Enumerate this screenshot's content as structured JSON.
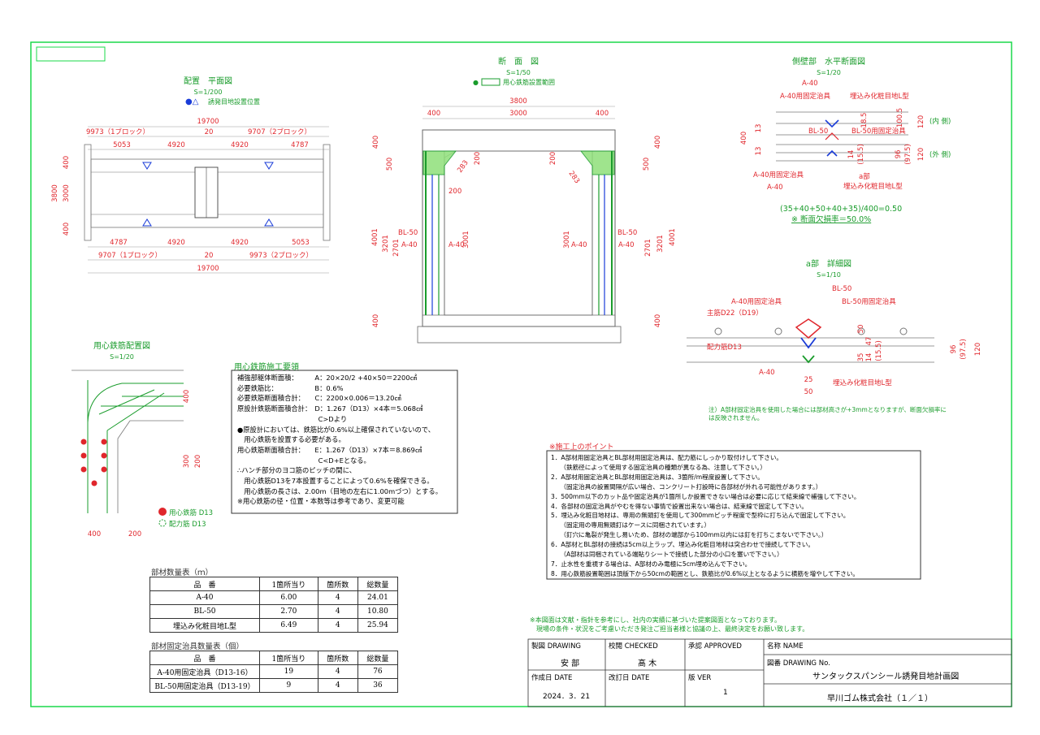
{
  "plan_view": {
    "title": "配置　平面図",
    "scale": "S=1/200",
    "legend": "誘発目地設置位置",
    "top_total": "19700",
    "top_blocks": [
      "9973（1ブロック）",
      "20",
      "9707（2ブロック）"
    ],
    "top_segments": [
      "5053",
      "4920",
      "4920",
      "4787"
    ],
    "left_dims": [
      "400",
      "3000",
      "400"
    ],
    "left_total": "3800",
    "bottom_segments": [
      "4787",
      "4920",
      "4920",
      "5053"
    ],
    "bottom_blocks": [
      "9707（1ブロック）",
      "20",
      "9973（2ブロック）"
    ],
    "bottom_total": "19700"
  },
  "section_view": {
    "title": "断　面　図",
    "scale": "S=1/50",
    "legend": "用心鉄筋設置範囲",
    "top_total": "3800",
    "top_dims": [
      "400",
      "3000",
      "400"
    ],
    "left_dims": [
      "400",
      "500",
      "4001",
      "3201",
      "2701",
      "400"
    ],
    "right_dims": [
      "500",
      "400",
      "4001",
      "3201",
      "2701",
      "400"
    ],
    "haunch_dims": [
      "200",
      "283",
      "200",
      "200",
      "283"
    ],
    "inner_heights": [
      "3001",
      "3001"
    ],
    "labels_bl": "BL-50",
    "labels_a": "A-40"
  },
  "sidewall_view": {
    "title": "側壁部　水平断面図",
    "scale": "S=1/20",
    "labels": [
      "A-40",
      "A-40用固定治具",
      "埋込み化粧目地L型",
      "BL-50",
      "BL-50用固定治具",
      "A-40用固定治具",
      "a部",
      "埋込み化粧目地L型",
      "A-40"
    ],
    "dims": [
      "400",
      "13",
      "13",
      "18.5",
      "14",
      "(15.5)",
      "100.5",
      "96",
      "(97.5)",
      "120",
      "120"
    ],
    "side_inner": "(内 側)",
    "side_outer": "(外 側)",
    "formula": "(35+40+50+40+35)/400=0.50",
    "ratio": "※ 断面欠損率＝50.0%"
  },
  "detail_view": {
    "title": "a部　詳細図",
    "scale": "S=1/10",
    "labels": [
      "A-40用固定治具",
      "主筋D22（D19）",
      "BL-50",
      "BL-50用固定治具",
      "配力筋D13",
      "A-40",
      "埋込み化粧目地L型"
    ],
    "dims": [
      "50",
      "35",
      "47",
      "14",
      "(15.5)",
      "25",
      "50",
      "96",
      "(97.5)",
      "120"
    ],
    "note": "注）A部材固定治具を使用した場合には部材高さが+3mmとなりますが、断面欠損率には反映されません。"
  },
  "rebar_layout": {
    "title": "用心鉄筋配置図",
    "scale": "S=1/20",
    "dims": [
      "400",
      "300",
      "200",
      "400",
      "200"
    ],
    "legend_red": "用心鉄筋 D13",
    "legend_green": "配力筋 D13"
  },
  "calc": {
    "title": "用心鉄筋施工要領",
    "lines": [
      "補強部躯体断面積：　　　A：20×20/2 +40×50＝2200㎠",
      "必要鉄筋比：　　　　　　B：0.6%",
      "必要鉄筋断面積合計：　　C：2200×0.006＝13.20㎠",
      "原設計鉄筋断面積合計：　D：1.267（D13）×4本＝5.068㎠",
      "　　　　　　　　　　　　C>Dより",
      "●原設計においては、鉄筋比が0.6%以上確保されていないので、",
      "　用心鉄筋を設置する必要がある。",
      "用心鉄筋断面積合計：　　E：1.267（D13）×7本＝8.869㎠",
      "　　　　　　　　　　　　C<D+Eとなる。",
      "∴ハンチ部分のヨコ筋のピッチの間に、",
      "　用心鉄筋D13を7本設置することによって0.6%を確保できる。",
      "　用心鉄筋の長さは、2.00m（目地の左右に1.00mづつ）とする。",
      "※用心鉄筋の径・位置・本数等は参考であり、変更可能"
    ]
  },
  "points": {
    "title": "※施工上のポイント",
    "lines": [
      "1．A部材用固定治具とBL部材用固定治具は、配力筋にしっかり取付けして下さい。",
      "　　（鉄筋径によって使用する固定治具の種類が異なる為、注意して下さい。）",
      "2．A部材用固定治具とBL部材用固定治具は、3箇所/m程度設置して下さい。",
      "　　（固定治具の設置間隔が広い場合、コンクリート打設時に各部材が外れる可能性があります。）",
      "3．500mm以下のカット品や固定治具が1箇所しか設置できない場合は必要に応じて結束線で補強して下さい。",
      "4．各部材の固定治具がやむを得ない事情で設置出来ない場合は、結束線で固定して下さい。",
      "5．埋込み化粧目地材は、専用の無頭釘を使用して300mmピッチ程度で型枠に打ち込んで固定して下さい。",
      "　　（固定用の専用無頭釘はケースに同梱されています。）",
      "　　（釘穴に亀裂が発生し易いため、部材の端部から100mm以内には釘を打ちこまないで下さい。）",
      "6．A部材とBL部材の接続は5cm以上ラップ、埋込み化粧目地材は突合わせで接続して下さい。",
      "　　（A部材は同梱されている端貼りシートで接続した部分の小口を塞いで下さい。）",
      "7．止水性を重視する場合は、A部材のみ電極に5cm埋め込んで下さい。",
      "8．用心鉄筋設置範囲は頂版下から50cmの範囲とし、鉄筋比が0.6%以上となるように横筋を増やして下さい。"
    ]
  },
  "material_table": {
    "title": "部材数量表（ｍ）",
    "headers": [
      "品　番",
      "1箇所当り",
      "箇所数",
      "総数量"
    ],
    "rows": [
      [
        "A-40",
        "6.00",
        "4",
        "24.01"
      ],
      [
        "BL-50",
        "2.70",
        "4",
        "10.80"
      ],
      [
        "埋込み化粧目地L型",
        "6.49",
        "4",
        "25.94"
      ]
    ]
  },
  "fixture_table": {
    "title": "部材固定治具数量表（個）",
    "headers": [
      "品　番",
      "1箇所当り",
      "箇所数",
      "総数量"
    ],
    "rows": [
      [
        "A-40用固定治具（D13-16）",
        "19",
        "4",
        "76"
      ],
      [
        "BL-50用固定治具（D13-19）",
        "9",
        "4",
        "36"
      ]
    ]
  },
  "footnote": [
    "※本図面は文献・指針を参考にし、社内の実績に基づいた提案図面となっております。",
    "　現場の条件・状況をご考慮いただき発注ご担当者様と協議の上、最終決定をお願い致します。"
  ],
  "title_block": {
    "drawing_label": "製図 DRAWING",
    "drawing_name": "安 部",
    "checked_label": "校閲 CHECKED",
    "checked_name": "髙 木",
    "approved_label": "承認 APPROVED",
    "name_label": "名称 NAME",
    "no_label": "図番 DRAWING No.",
    "drawing_title": "サンタックスパンシール誘発目地計画図",
    "date_label": "作成日 DATE",
    "date_value": "2024．3．21",
    "revised_label": "改訂日 DATE",
    "ver_label": "版 VER",
    "ver_value": "1",
    "company": "早川ゴム株式会社（１／１）"
  },
  "colors": {
    "border": "#1ad84a",
    "dim": "#e0262c",
    "title": "#1a9c2c",
    "line": "#777777",
    "blue": "#1a3cd8"
  }
}
